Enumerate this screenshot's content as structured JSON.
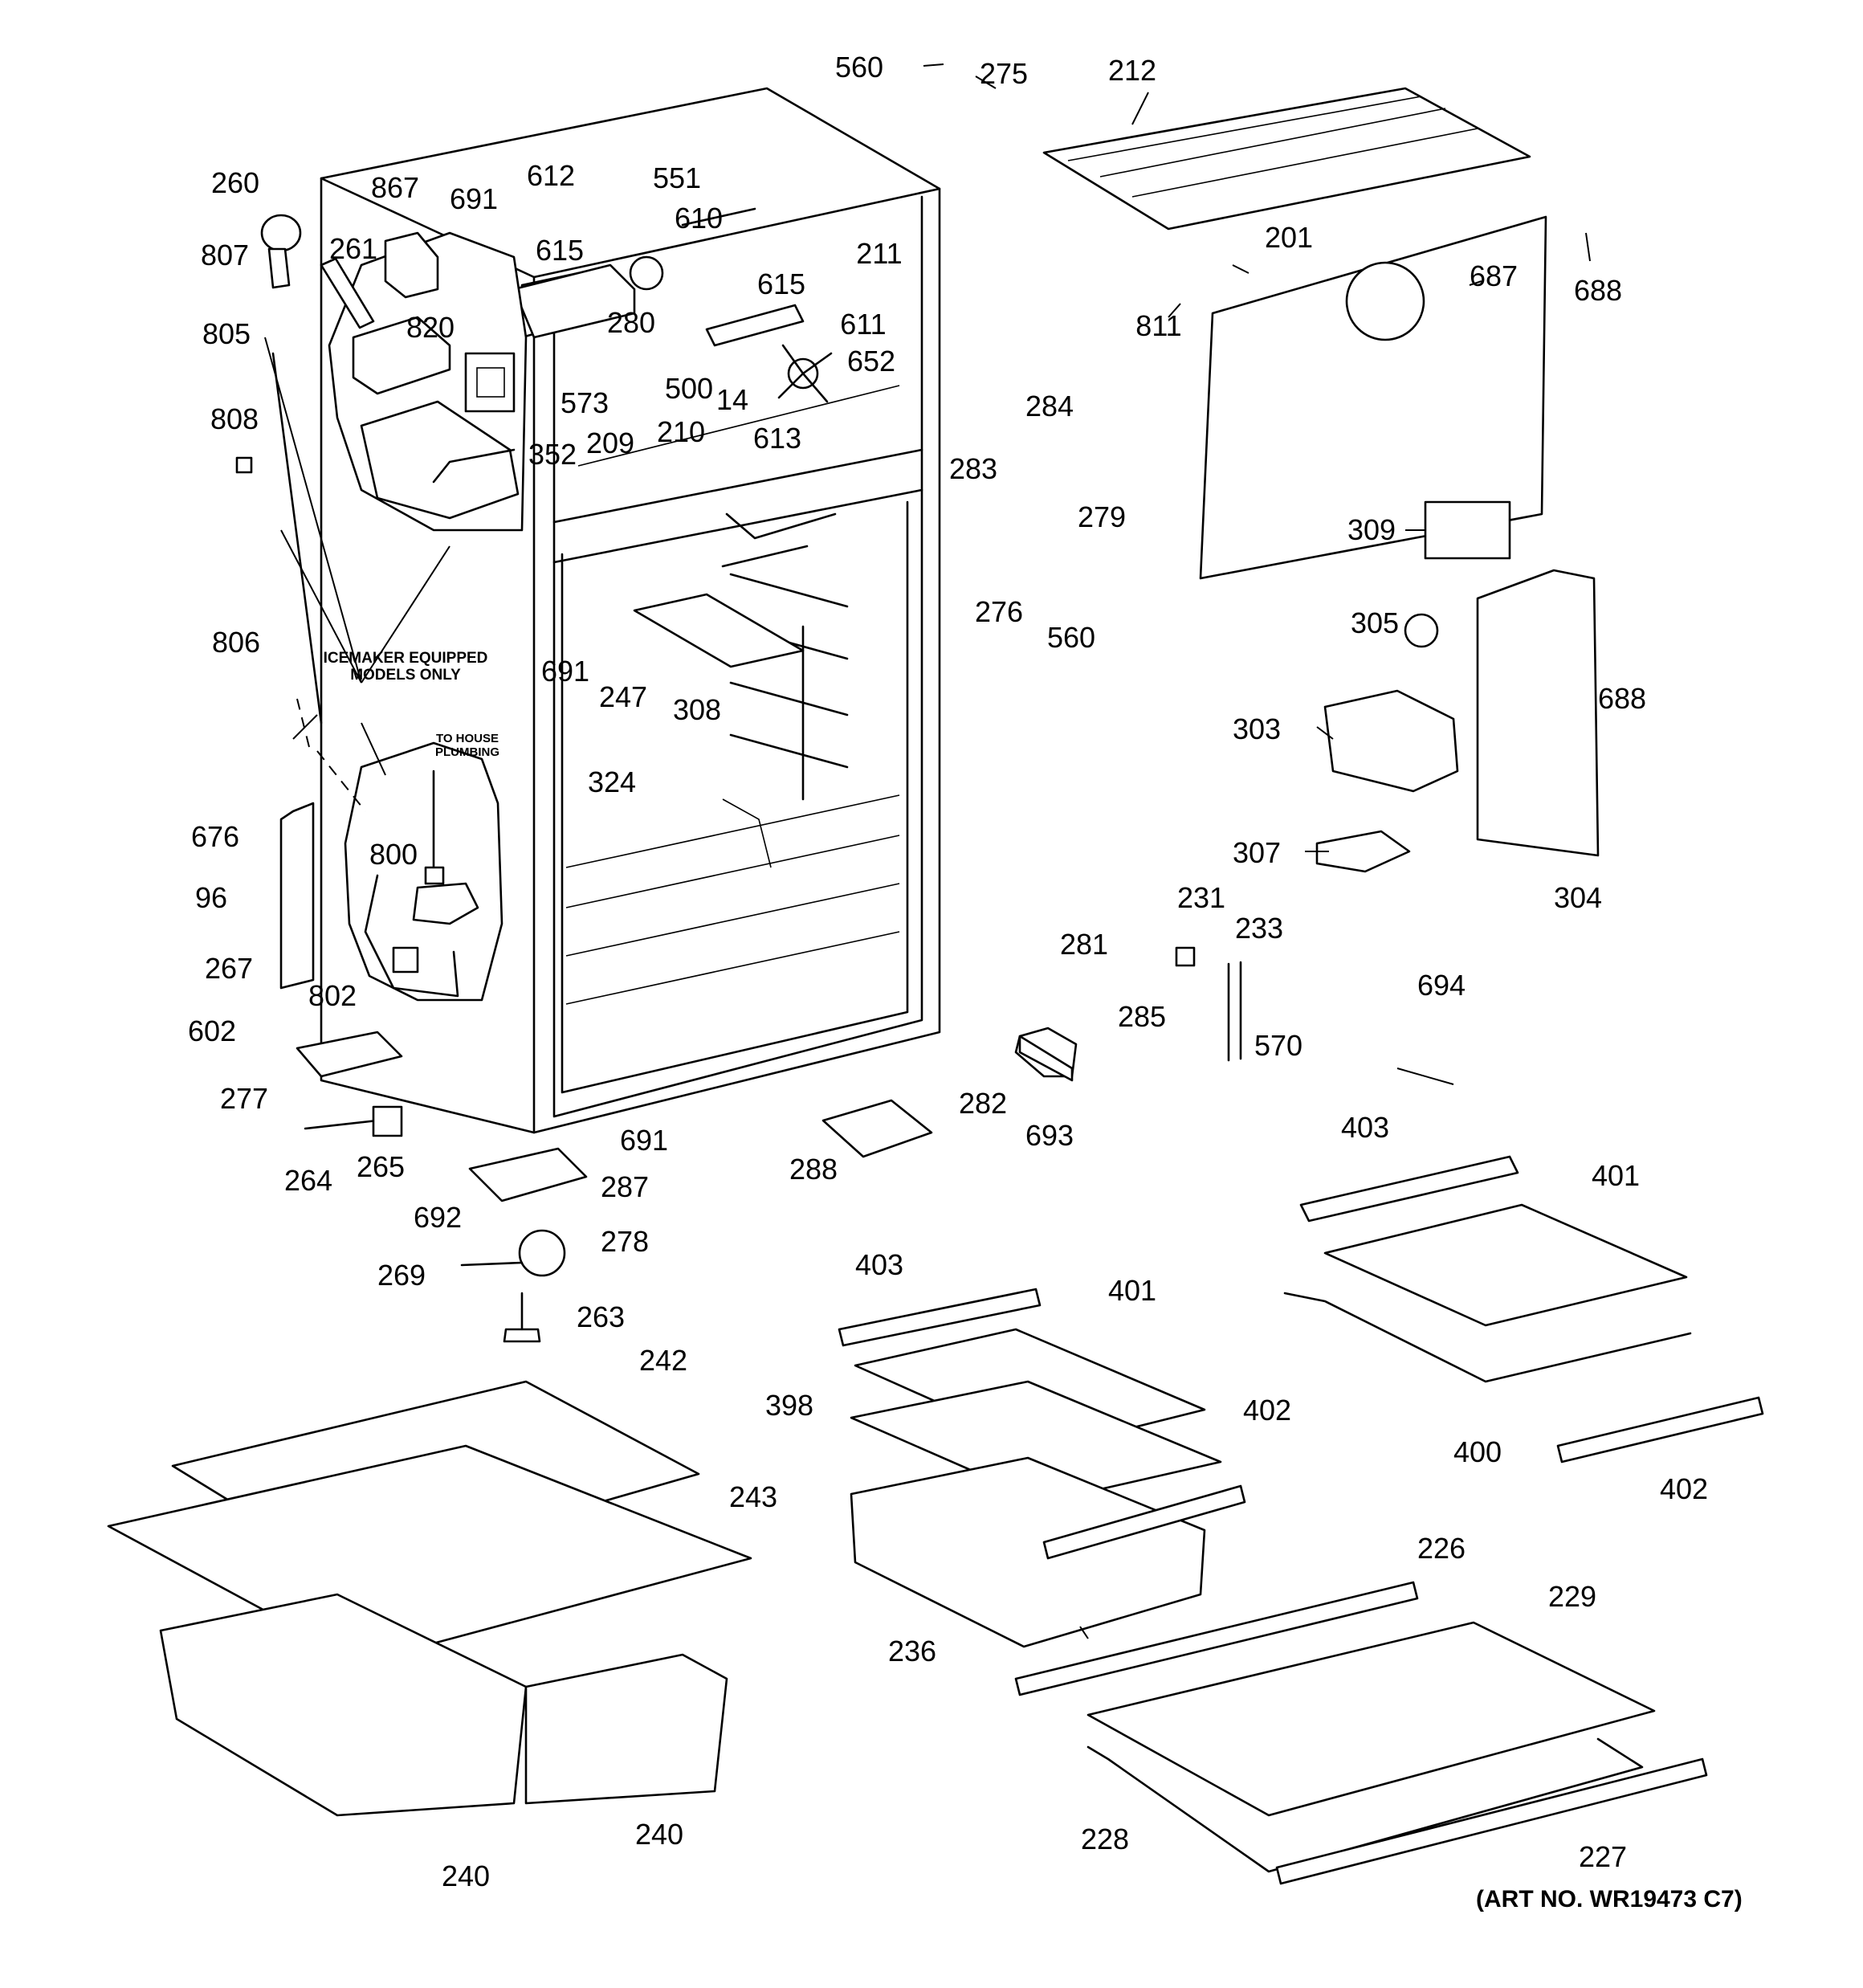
{
  "diagram": {
    "notes": {
      "icemaker_line1": "ICEMAKER EQUIPPED",
      "icemaker_line2": "MODELS ONLY",
      "house_line1": "TO HOUSE",
      "house_line2": "PLUMBING"
    },
    "art_number": "(ART NO. WR19473 C7)",
    "parts": [
      "560",
      "275",
      "212",
      "260",
      "867",
      "691",
      "612",
      "551",
      "610",
      "807",
      "261",
      "615",
      "615",
      "211",
      "688",
      "201",
      "687",
      "805",
      "820",
      "280",
      "611",
      "811",
      "573",
      "500",
      "14",
      "652",
      "808",
      "209",
      "613",
      "284",
      "352",
      "210",
      "283",
      "279",
      "309",
      "806",
      "691",
      "247",
      "276",
      "560",
      "305",
      "308",
      "688",
      "303",
      "324",
      "676",
      "800",
      "96",
      "307",
      "304",
      "267",
      "231",
      "281",
      "233",
      "802",
      "694",
      "285",
      "602",
      "570",
      "282",
      "277",
      "693",
      "691",
      "288",
      "264",
      "265",
      "287",
      "403",
      "692",
      "401",
      "278",
      "269",
      "263",
      "403",
      "401",
      "242",
      "398",
      "402",
      "400",
      "402",
      "243",
      "226",
      "236",
      "229",
      "240",
      "240",
      "228",
      "227"
    ]
  }
}
